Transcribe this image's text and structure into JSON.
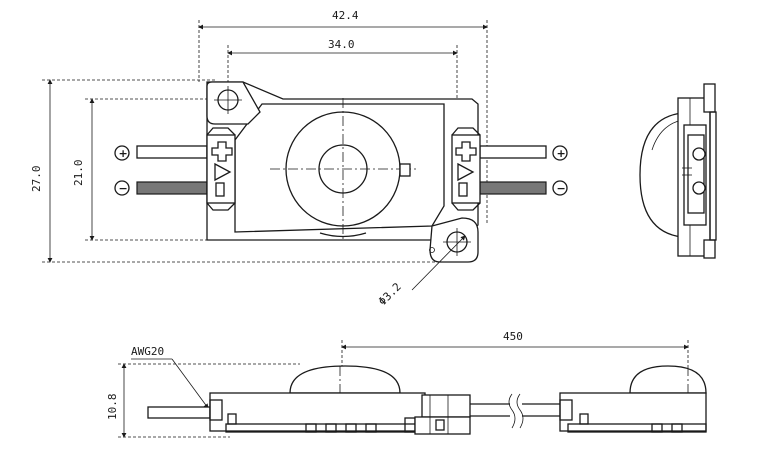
{
  "dimensions": {
    "overall_width": "42.4",
    "hole_spacing": "34.0",
    "overall_height": "27.0",
    "body_height": "21.0",
    "hole_diameter": "Φ3.2",
    "lead_pitch": "450",
    "module_height": "10.8",
    "wire_gauge": "AWG20"
  },
  "polarity": {
    "positive": "+",
    "negative": "−"
  },
  "colors": {
    "line": "#1a1a1a",
    "negative_wire": "#777777",
    "background": "#ffffff"
  }
}
